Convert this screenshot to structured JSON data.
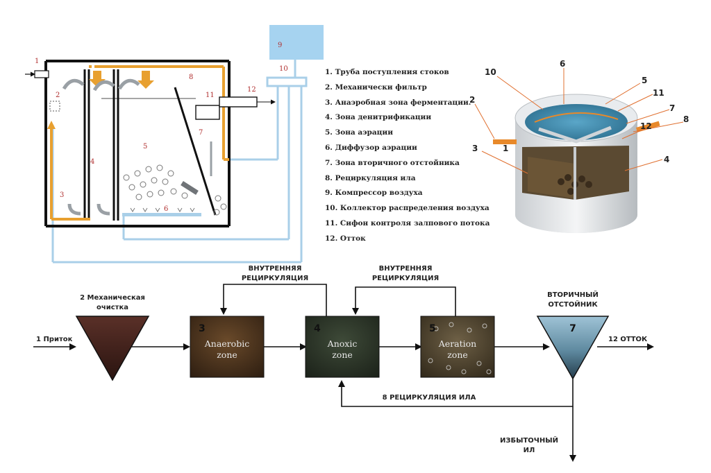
{
  "top_diagram": {
    "labels": {
      "n1": "1",
      "n2": "2",
      "n3": "3",
      "n4": "4",
      "n5": "5",
      "n6": "6",
      "n7": "7",
      "n8": "8",
      "n9": "9",
      "n10": "10",
      "n11": "11",
      "n12": "12"
    }
  },
  "legend": {
    "items": [
      "1. Труба поступления стоков",
      "2. Механически фильтр",
      "3. Анаэробная зона ферментации.",
      "4. Зона денитрификации",
      "5. Зона аэрации",
      "6. Диффузор аэрации",
      "7. Зона вторичного отстойника",
      "8. Рециркуляция ила",
      "9. Компрессор воздуха",
      "10. Коллектор распределения воздуха",
      "11. Сифон контроля залпового потока",
      "12. Отток"
    ]
  },
  "tank_3d": {
    "labels": [
      "10",
      "6",
      "5",
      "11",
      "2",
      "7",
      "8",
      "12",
      "1",
      "3",
      "4"
    ]
  },
  "flow": {
    "inflow": "1 Приток",
    "mech_line1": "2 Механическая",
    "mech_line2": "очистка",
    "recirc1_line1": "ВНУТРЕННЯЯ",
    "recirc1_line2": "РЕЦИРКУЛЯЦИЯ",
    "recirc2_line1": "ВНУТРЕННЯЯ",
    "recirc2_line2": "РЕЦИРКУЛЯЦИЯ",
    "zone3_num": "3",
    "zone3_line1": "Anaerobic",
    "zone3_line2": "zone",
    "zone4_num": "4",
    "zone4_line1": "Anoxic",
    "zone4_line2": "zone",
    "zone5_num": "5",
    "zone5_line1": "Aeration",
    "zone5_line2": "zone",
    "clar_line1": "ВТОРИЧНЫЙ",
    "clar_line2": "ОТСТОЙНИК",
    "clar_num": "7",
    "outflow": "12 ОТТОК",
    "sludge_recirc": "8 РЕЦИРКУЛЯЦИЯ ИЛА",
    "excess_line1": "ИЗБЫТОЧНЫЙ",
    "excess_line2": "ИЛ"
  },
  "colors": {
    "pipe_orange": "#e8a030",
    "air_blue": "#a9cfe8",
    "compressor_blue": "#a6d3f0",
    "label_red": "#b03030"
  }
}
